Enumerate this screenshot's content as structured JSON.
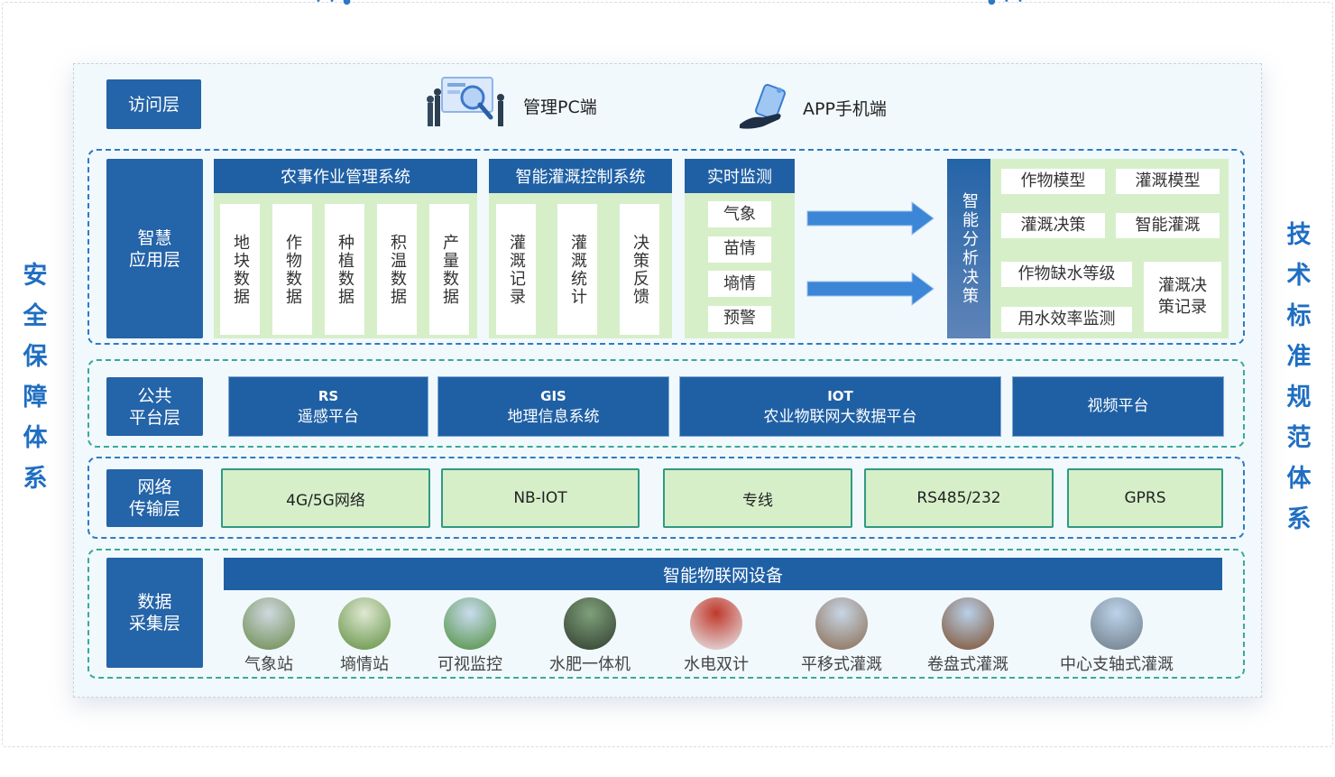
{
  "side_left": [
    "安",
    "全",
    "保",
    "障",
    "体",
    "系"
  ],
  "side_right": [
    "技",
    "术",
    "标",
    "准",
    "规",
    "范",
    "体",
    "系"
  ],
  "layers": {
    "access": "访问层",
    "app": "智慧\n应用层",
    "public": "公共\n平台层",
    "network": "网络\n传输层",
    "data": "数据\n采集层"
  },
  "access": {
    "pc": "管理PC端",
    "mobile": "APP手机端"
  },
  "farm": {
    "title": "农事作业管理系统",
    "items": [
      "地块数据",
      "作物数据",
      "种植数据",
      "积温数据",
      "产量数据"
    ]
  },
  "irrigation": {
    "title": "智能灌溉控制系统",
    "items": [
      "灌溉记录",
      "灌溉统计",
      "决策反馈"
    ]
  },
  "monitor": {
    "title": "实时监测",
    "items": [
      "气象",
      "苗情",
      "墒情",
      "预警"
    ]
  },
  "analysis": {
    "title": "智能分析决策",
    "items": [
      "作物模型",
      "灌溉模型",
      "灌溉决策",
      "智能灌溉",
      "作物缺水等级",
      "用水效率监测",
      "灌溉决\n策记录"
    ]
  },
  "platforms": [
    {
      "code": "RS",
      "name": "遥感平台"
    },
    {
      "code": "GIS",
      "name": "地理信息系统"
    },
    {
      "code": "IOT",
      "name": "农业物联网大数据平台"
    },
    {
      "code": "",
      "name": "视频平台"
    }
  ],
  "networks": [
    "4G/5G网络",
    "NB-IOT",
    "专线",
    "RS485/232",
    "GPRS"
  ],
  "devices_title": "智能物联网设备",
  "devices": [
    "气象站",
    "墒情站",
    "可视监控",
    "水肥一体机",
    "水电双计",
    "平移式灌溉",
    "卷盘式灌溉",
    "中心支轴式灌溉"
  ],
  "colors": {
    "primary": "#2464a8",
    "accent_green": "#d6efc9",
    "side_text": "#1f6ec2"
  },
  "icons": {
    "pc": "pc-dashboard-icon",
    "mobile": "mobile-hand-icon",
    "arrow": "right-arrow-icon"
  }
}
